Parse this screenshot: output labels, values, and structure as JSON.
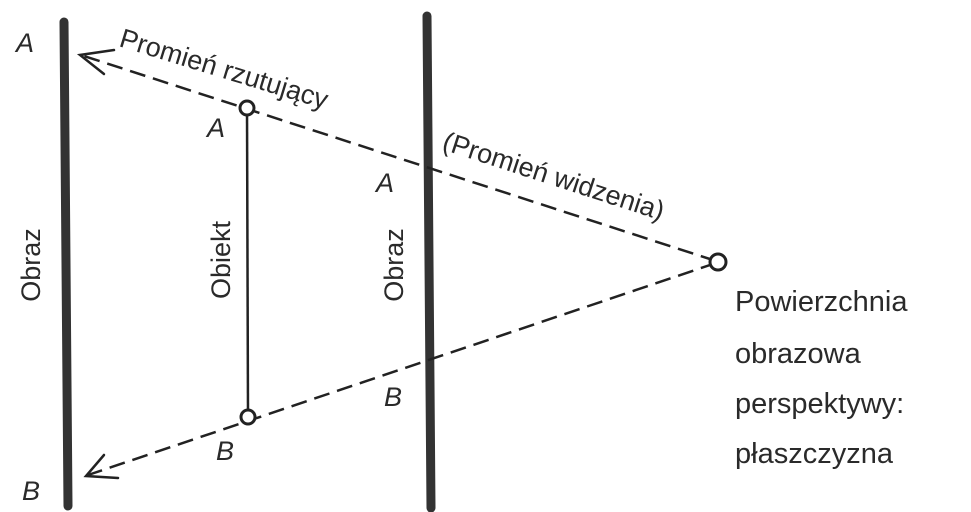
{
  "labels": {
    "a_left": "A",
    "b_left": "B",
    "a_object": "A",
    "b_object": "B",
    "a_middle": "A",
    "b_middle": "B",
    "obraz_left": "Obraz",
    "obraz_middle": "Obraz",
    "obiekt": "Obiekt",
    "ray_projecting": "Promień rzutujący",
    "ray_sight": "(Promień widzenia)"
  },
  "caption": {
    "line1": "Powierzchnia",
    "line2": "obrazowa",
    "line3": "perspektywy:",
    "line4": "płaszczyzna"
  },
  "colors": {
    "ink": "#222222",
    "plane": "#333333",
    "background": "#ffffff"
  }
}
